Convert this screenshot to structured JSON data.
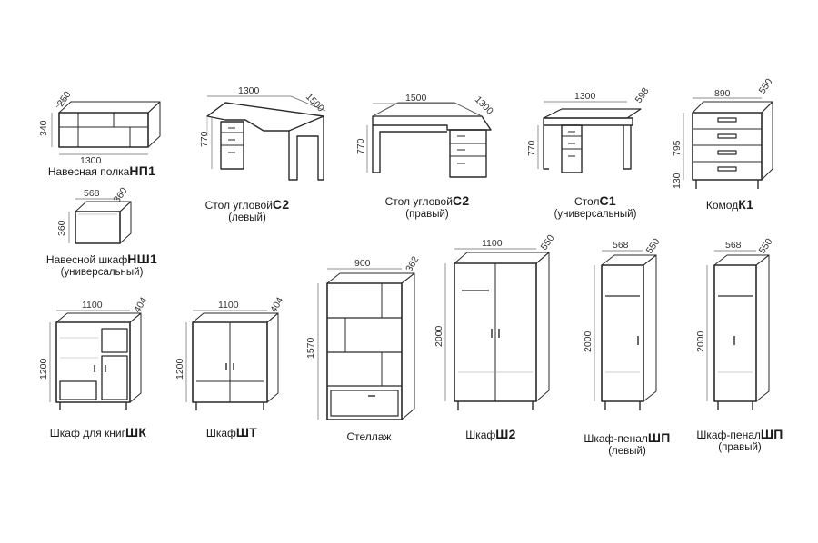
{
  "items": [
    {
      "name": "Навесная полка",
      "code": "НП1",
      "sub": "",
      "dims": {
        "w": "1300",
        "d": "250",
        "h": "340"
      }
    },
    {
      "name": "Навесной шкаф",
      "code": "НШ1",
      "sub": "(универсальный)",
      "dims": {
        "w": "568",
        "d": "360",
        "h": "360"
      }
    },
    {
      "name": "Стол угловой",
      "code": "С2",
      "sub": "(левый)",
      "dims": {
        "w": "1300",
        "d": "1500",
        "h": "770"
      }
    },
    {
      "name": "Стол угловой",
      "code": "С2",
      "sub": "(правый)",
      "dims": {
        "w": "1500",
        "d": "1300",
        "h": "770"
      }
    },
    {
      "name": "Стол",
      "code": "С1",
      "sub": "(универсальный)",
      "dims": {
        "w": "1300",
        "d": "598",
        "h": "770"
      }
    },
    {
      "name": "Комод",
      "code": "К1",
      "sub": "",
      "dims": {
        "w": "890",
        "d": "550",
        "h": "795",
        "h2": "130"
      }
    },
    {
      "name": "Шкаф для книг",
      "code": "ШК",
      "sub": "",
      "dims": {
        "w": "1100",
        "d": "404",
        "h": "1200"
      }
    },
    {
      "name": "Шкаф",
      "code": "ШТ",
      "sub": "",
      "dims": {
        "w": "1100",
        "d": "404",
        "h": "1200"
      }
    },
    {
      "name": "Стеллаж",
      "code": "",
      "sub": "",
      "dims": {
        "w": "900",
        "d": "362",
        "h": "1570"
      }
    },
    {
      "name": "Шкаф",
      "code": "Ш2",
      "sub": "",
      "dims": {
        "w": "1100",
        "d": "550",
        "h": "2000"
      }
    },
    {
      "name": "Шкаф-пенал",
      "code": "ШП",
      "sub": "(левый)",
      "dims": {
        "w": "568",
        "d": "550",
        "h": "2000"
      }
    },
    {
      "name": "Шкаф-пенал",
      "code": "ШП",
      "sub": "(правый)",
      "dims": {
        "w": "568",
        "d": "550",
        "h": "2000"
      }
    }
  ]
}
